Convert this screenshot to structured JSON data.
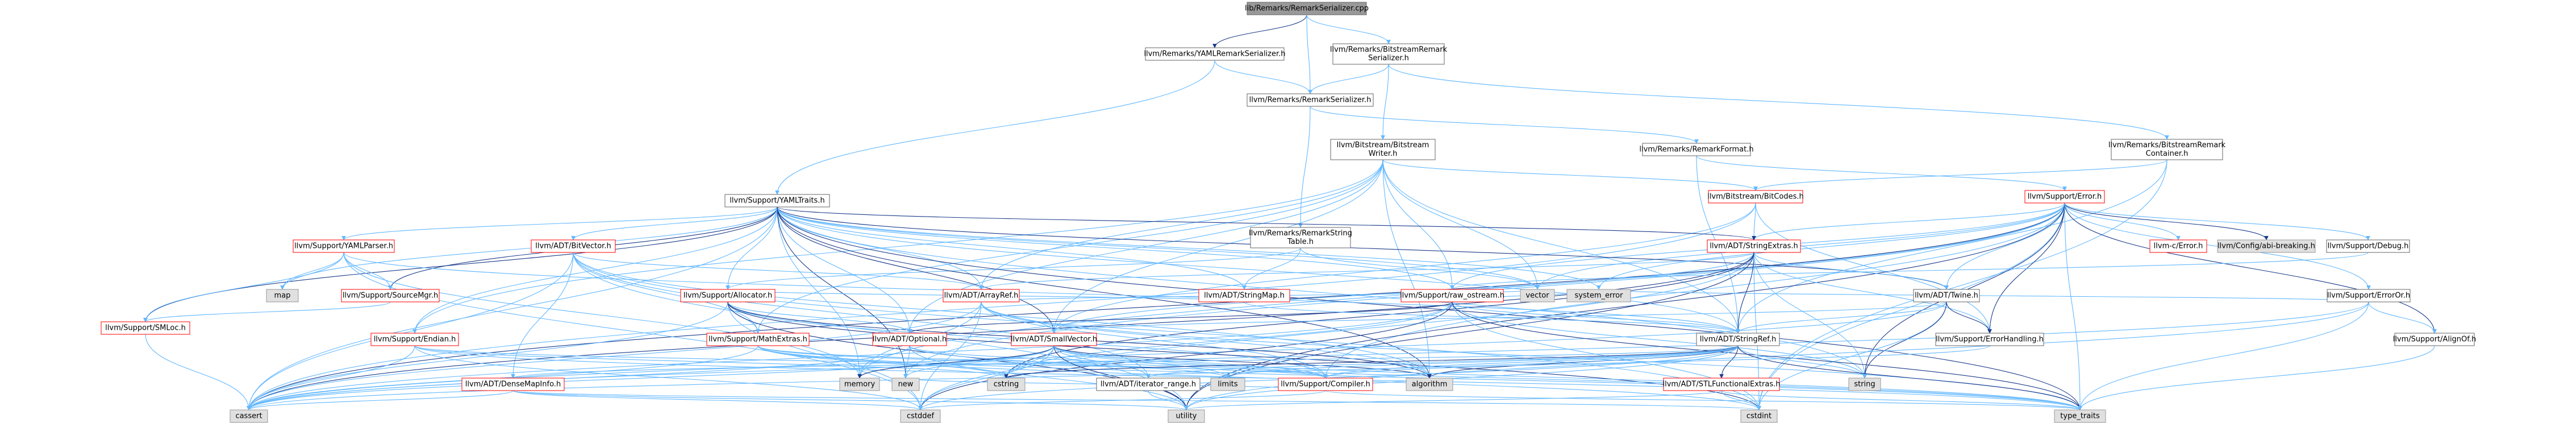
{
  "colors": {
    "root_fill": "#999999",
    "normal_fill": "#ffffff",
    "normal_stroke": "#666666",
    "truncated_stroke": "#ff0000",
    "system_fill": "#e0e0e0",
    "system_stroke": "#999999",
    "edge_blue": "#63b8ff",
    "edge_navy": "#1a3a8a",
    "text": "#000000"
  },
  "nodes": [
    {
      "id": "root",
      "kind": "root",
      "lines": [
        "lib/Remarks/RemarkSerializer.cpp"
      ]
    },
    {
      "id": "yaml_ser",
      "kind": "normal",
      "lines": [
        "llvm/Remarks/YAMLRemarkSerializer.h"
      ]
    },
    {
      "id": "bit_ser",
      "kind": "normal",
      "lines": [
        "llvm/Remarks/BitstreamRemark",
        "Serializer.h"
      ]
    },
    {
      "id": "remark_ser",
      "kind": "normal",
      "lines": [
        "llvm/Remarks/RemarkSerializer.h"
      ]
    },
    {
      "id": "bit_container",
      "kind": "normal",
      "lines": [
        "llvm/Remarks/BitstreamRemark",
        "Container.h"
      ]
    },
    {
      "id": "bs_writer",
      "kind": "normal",
      "lines": [
        "llvm/Bitstream/Bitstream",
        "Writer.h"
      ]
    },
    {
      "id": "remark_format",
      "kind": "normal",
      "lines": [
        "llvm/Remarks/RemarkFormat.h"
      ]
    },
    {
      "id": "yamltraits",
      "kind": "normal",
      "lines": [
        "llvm/Support/YAMLTraits.h"
      ]
    },
    {
      "id": "bitcodes",
      "kind": "truncated",
      "lines": [
        "llvm/Bitstream/BitCodes.h"
      ]
    },
    {
      "id": "error",
      "kind": "truncated",
      "lines": [
        "llvm/Support/Error.h"
      ]
    },
    {
      "id": "str_table",
      "kind": "normal",
      "lines": [
        "llvm/Remarks/RemarkString",
        "Table.h"
      ]
    },
    {
      "id": "yamlparser",
      "kind": "truncated",
      "lines": [
        "llvm/Support/YAMLParser.h"
      ]
    },
    {
      "id": "bitvector",
      "kind": "truncated",
      "lines": [
        "llvm/ADT/BitVector.h"
      ]
    },
    {
      "id": "stringextras",
      "kind": "truncated",
      "lines": [
        "llvm/ADT/StringExtras.h"
      ]
    },
    {
      "id": "llvm_c_error",
      "kind": "truncated",
      "lines": [
        "llvm-c/Error.h"
      ]
    },
    {
      "id": "config_abi",
      "kind": "system",
      "lines": [
        "llvm/Config/abi-breaking.h"
      ]
    },
    {
      "id": "support_debug",
      "kind": "normal",
      "lines": [
        "llvm/Support/Debug.h"
      ]
    },
    {
      "id": "map",
      "kind": "system",
      "lines": [
        "map"
      ]
    },
    {
      "id": "sourcemgr",
      "kind": "truncated",
      "lines": [
        "llvm/Support/SourceMgr.h"
      ]
    },
    {
      "id": "stringmap",
      "kind": "truncated",
      "lines": [
        "llvm/ADT/StringMap.h"
      ]
    },
    {
      "id": "raw_ostream",
      "kind": "truncated",
      "lines": [
        "llvm/Support/raw_ostream.h"
      ]
    },
    {
      "id": "twine",
      "kind": "normal",
      "lines": [
        "llvm/ADT/Twine.h"
      ]
    },
    {
      "id": "erroror",
      "kind": "normal",
      "lines": [
        "llvm/Support/ErrorOr.h"
      ]
    },
    {
      "id": "allocator",
      "kind": "truncated",
      "lines": [
        "llvm/Support/Allocator.h"
      ]
    },
    {
      "id": "arrayref",
      "kind": "truncated",
      "lines": [
        "llvm/ADT/ArrayRef.h"
      ]
    },
    {
      "id": "smloc",
      "kind": "truncated",
      "lines": [
        "llvm/Support/SMLoc.h"
      ]
    },
    {
      "id": "endian",
      "kind": "truncated",
      "lines": [
        "llvm/Support/Endian.h"
      ]
    },
    {
      "id": "mathextras",
      "kind": "truncated",
      "lines": [
        "llvm/Support/MathExtras.h"
      ]
    },
    {
      "id": "optional",
      "kind": "truncated",
      "lines": [
        "llvm/ADT/Optional.h"
      ]
    },
    {
      "id": "smallvector",
      "kind": "truncated",
      "lines": [
        "llvm/ADT/SmallVector.h"
      ]
    },
    {
      "id": "vector",
      "kind": "system",
      "lines": [
        "vector"
      ]
    },
    {
      "id": "system_error",
      "kind": "system",
      "lines": [
        "system_error"
      ]
    },
    {
      "id": "stringref",
      "kind": "normal",
      "lines": [
        "llvm/ADT/StringRef.h"
      ]
    },
    {
      "id": "errorhandling",
      "kind": "normal",
      "lines": [
        "llvm/Support/ErrorHandling.h"
      ]
    },
    {
      "id": "alignof",
      "kind": "normal",
      "lines": [
        "llvm/Support/AlignOf.h"
      ]
    },
    {
      "id": "densemapinfo",
      "kind": "truncated",
      "lines": [
        "llvm/ADT/DenseMapInfo.h"
      ]
    },
    {
      "id": "memory",
      "kind": "system",
      "lines": [
        "memory"
      ]
    },
    {
      "id": "new",
      "kind": "system",
      "lines": [
        "new"
      ]
    },
    {
      "id": "cstring",
      "kind": "system",
      "lines": [
        "cstring"
      ]
    },
    {
      "id": "iterator_range",
      "kind": "normal",
      "lines": [
        "llvm/ADT/iterator_range.h"
      ]
    },
    {
      "id": "limits",
      "kind": "system",
      "lines": [
        "limits"
      ]
    },
    {
      "id": "compiler",
      "kind": "truncated",
      "lines": [
        "llvm/Support/Compiler.h"
      ]
    },
    {
      "id": "algorithm",
      "kind": "system",
      "lines": [
        "algorithm"
      ]
    },
    {
      "id": "stlfunctional",
      "kind": "truncated",
      "lines": [
        "llvm/ADT/STLFunctionalExtras.h"
      ]
    },
    {
      "id": "string",
      "kind": "system",
      "lines": [
        "string"
      ]
    },
    {
      "id": "cassert",
      "kind": "system",
      "lines": [
        "cassert"
      ]
    },
    {
      "id": "cstddef",
      "kind": "system",
      "lines": [
        "cstddef"
      ]
    },
    {
      "id": "utility",
      "kind": "system",
      "lines": [
        "utility"
      ]
    },
    {
      "id": "cstdint",
      "kind": "system",
      "lines": [
        "cstdint"
      ]
    },
    {
      "id": "type_traits",
      "kind": "system",
      "lines": [
        "type_traits"
      ]
    }
  ],
  "edges": [
    [
      "root",
      "yaml_ser"
    ],
    [
      "root",
      "bit_ser"
    ],
    [
      "root",
      "remark_ser"
    ],
    [
      "yaml_ser",
      "remark_ser"
    ],
    [
      "yaml_ser",
      "yamltraits"
    ],
    [
      "bit_ser",
      "remark_ser"
    ],
    [
      "bit_ser",
      "bs_writer"
    ],
    [
      "bit_ser",
      "bit_container"
    ],
    [
      "remark_ser",
      "remark_format"
    ],
    [
      "remark_ser",
      "str_table"
    ],
    [
      "bit_container",
      "bitcodes"
    ],
    [
      "bit_container",
      "stringref"
    ],
    [
      "bit_container",
      "cstdint"
    ],
    [
      "remark_format",
      "error"
    ],
    [
      "remark_format",
      "stringref"
    ],
    [
      "bs_writer",
      "bitcodes"
    ],
    [
      "bs_writer",
      "arrayref"
    ],
    [
      "bs_writer",
      "optional"
    ],
    [
      "bs_writer",
      "smallvector"
    ],
    [
      "bs_writer",
      "stringref"
    ],
    [
      "bs_writer",
      "endian"
    ],
    [
      "bs_writer",
      "mathextras"
    ],
    [
      "bs_writer",
      "raw_ostream"
    ],
    [
      "bs_writer",
      "algorithm"
    ],
    [
      "bs_writer",
      "vector"
    ],
    [
      "bitcodes",
      "smallvector"
    ],
    [
      "bitcodes",
      "stringextras"
    ],
    [
      "bitcodes",
      "errorhandling"
    ],
    [
      "bitcodes",
      "cassert"
    ],
    [
      "error",
      "llvm_c_error"
    ],
    [
      "error",
      "config_abi"
    ],
    [
      "error",
      "stringextras"
    ],
    [
      "error",
      "twine"
    ],
    [
      "error",
      "alignof"
    ],
    [
      "error",
      "compiler"
    ],
    [
      "error",
      "support_debug"
    ],
    [
      "error",
      "errorhandling"
    ],
    [
      "error",
      "erroror"
    ],
    [
      "error",
      "raw_ostream"
    ],
    [
      "error",
      "cassert"
    ],
    [
      "error",
      "cstdint"
    ],
    [
      "error",
      "cstdlib"
    ],
    [
      "error",
      "functional"
    ],
    [
      "error",
      "memory"
    ],
    [
      "error",
      "new"
    ],
    [
      "error",
      "string"
    ],
    [
      "error",
      "system_error"
    ],
    [
      "error",
      "type_traits"
    ],
    [
      "error",
      "utility"
    ],
    [
      "error",
      "vector"
    ],
    [
      "str_table",
      "stringmap"
    ],
    [
      "str_table",
      "allocator"
    ],
    [
      "str_table",
      "vector"
    ],
    [
      "yamltraits",
      "bitvector"
    ],
    [
      "yamltraits",
      "stringextras"
    ],
    [
      "yamltraits",
      "stringmap"
    ],
    [
      "yamltraits",
      "stringref"
    ],
    [
      "yamltraits",
      "twine"
    ],
    [
      "yamltraits",
      "allocator"
    ],
    [
      "yamltraits",
      "endian"
    ],
    [
      "yamltraits",
      "sourcemgr"
    ],
    [
      "yamltraits",
      "yamlparser"
    ],
    [
      "yamltraits",
      "raw_ostream"
    ],
    [
      "yamltraits",
      "smloc"
    ],
    [
      "yamltraits",
      "arrayref"
    ],
    [
      "yamltraits",
      "optional"
    ],
    [
      "yamltraits",
      "smallvector"
    ],
    [
      "yamltraits",
      "map"
    ],
    [
      "yamltraits",
      "memory"
    ],
    [
      "yamltraits",
      "new"
    ],
    [
      "yamltraits",
      "string"
    ],
    [
      "yamltraits",
      "system_error"
    ],
    [
      "yamltraits",
      "type_traits"
    ],
    [
      "yamltraits",
      "vector"
    ],
    [
      "yamltraits",
      "cassert"
    ],
    [
      "yamltraits",
      "algorithm"
    ],
    [
      "yamlparser",
      "smloc"
    ],
    [
      "yamlparser",
      "sourcemgr"
    ],
    [
      "yamlparser",
      "stringref"
    ],
    [
      "yamlparser",
      "map"
    ],
    [
      "yamlparser",
      "memory"
    ],
    [
      "yamlparser",
      "cstddef"
    ],
    [
      "yamlparser",
      "iterator"
    ],
    [
      "sourcemgr",
      "smloc"
    ],
    [
      "bitvector",
      "arrayref"
    ],
    [
      "bitvector",
      "densemapinfo"
    ],
    [
      "bitvector",
      "iterator_range"
    ],
    [
      "bitvector",
      "mathextras"
    ],
    [
      "bitvector",
      "algorithm"
    ],
    [
      "bitvector",
      "cassert"
    ],
    [
      "bitvector",
      "climits"
    ],
    [
      "bitvector",
      "cstdint"
    ],
    [
      "bitvector",
      "cstdlib"
    ],
    [
      "bitvector",
      "utility"
    ],
    [
      "stringextras",
      "arrayref"
    ],
    [
      "stringextras",
      "smallvector"
    ],
    [
      "stringextras",
      "stringref"
    ],
    [
      "stringextras",
      "twine"
    ],
    [
      "stringextras",
      "errorhandling"
    ],
    [
      "stringextras",
      "cassert"
    ],
    [
      "stringextras",
      "cstddef"
    ],
    [
      "stringextras",
      "cstdint"
    ],
    [
      "stringextras",
      "cstring"
    ],
    [
      "stringextras",
      "iterator"
    ],
    [
      "stringextras",
      "string"
    ],
    [
      "stringextras",
      "utility"
    ],
    [
      "twine",
      "smallvector"
    ],
    [
      "twine",
      "stringref"
    ],
    [
      "twine",
      "errorhandling"
    ],
    [
      "twine",
      "cassert"
    ],
    [
      "twine",
      "cstdint"
    ],
    [
      "twine",
      "string"
    ],
    [
      "twine",
      "string_view"
    ],
    [
      "erroror",
      "alignof"
    ],
    [
      "erroror",
      "cassert"
    ],
    [
      "erroror",
      "system_error"
    ],
    [
      "erroror",
      "type_traits"
    ],
    [
      "erroror",
      "utility"
    ],
    [
      "raw_ostream",
      "stringref"
    ],
    [
      "raw_ostream",
      "cassert"
    ],
    [
      "raw_ostream",
      "cstddef"
    ],
    [
      "raw_ostream",
      "cstdint"
    ],
    [
      "raw_ostream",
      "cstring"
    ],
    [
      "raw_ostream",
      "optional"
    ],
    [
      "raw_ostream",
      "string"
    ],
    [
      "raw_ostream",
      "system_error"
    ],
    [
      "raw_ostream",
      "type_traits"
    ],
    [
      "allocator",
      "compiler"
    ],
    [
      "allocator",
      "mathextras"
    ],
    [
      "allocator",
      "algorithm"
    ],
    [
      "allocator",
      "cassert"
    ],
    [
      "allocator",
      "cstddef"
    ],
    [
      "allocator",
      "cstdint"
    ],
    [
      "allocator",
      "iterator"
    ],
    [
      "allocator",
      "optional"
    ],
    [
      "allocator",
      "utility"
    ],
    [
      "arrayref",
      "smallvector"
    ],
    [
      "arrayref",
      "stlextras"
    ],
    [
      "arrayref",
      "compiler"
    ],
    [
      "arrayref",
      "algorithm"
    ],
    [
      "arrayref",
      "array"
    ],
    [
      "arrayref",
      "cassert"
    ],
    [
      "arrayref",
      "cstddef"
    ],
    [
      "arrayref",
      "initializer_list"
    ],
    [
      "arrayref",
      "iterator"
    ],
    [
      "arrayref",
      "memory"
    ],
    [
      "arrayref",
      "type_traits"
    ],
    [
      "arrayref",
      "vector"
    ],
    [
      "endian",
      "compiler"
    ],
    [
      "endian",
      "swapbyteorder"
    ],
    [
      "endian",
      "cassert"
    ],
    [
      "endian",
      "cstddef"
    ],
    [
      "endian",
      "cstring"
    ],
    [
      "endian",
      "type_traits"
    ],
    [
      "mathextras",
      "compiler"
    ],
    [
      "mathextras",
      "cassert"
    ],
    [
      "mathextras",
      "climits"
    ],
    [
      "mathextras",
      "cstdint"
    ],
    [
      "mathextras",
      "cstring"
    ],
    [
      "mathextras",
      "limits"
    ],
    [
      "mathextras",
      "type_traits"
    ],
    [
      "optional",
      "stlforwardcompat"
    ],
    [
      "optional",
      "compiler"
    ],
    [
      "optional",
      "type_traits"
    ],
    [
      "optional",
      "cassert"
    ],
    [
      "optional",
      "new"
    ],
    [
      "optional",
      "utility"
    ],
    [
      "smallvector",
      "compiler"
    ],
    [
      "smallvector",
      "algorithm"
    ],
    [
      "smallvector",
      "cassert"
    ],
    [
      "smallvector",
      "cstddef"
    ],
    [
      "smallvector",
      "cstdlib"
    ],
    [
      "smallvector",
      "cstring"
    ],
    [
      "smallvector",
      "functional"
    ],
    [
      "smallvector",
      "initializer_list"
    ],
    [
      "smallvector",
      "iterator"
    ],
    [
      "smallvector",
      "limits"
    ],
    [
      "smallvector",
      "memory"
    ],
    [
      "smallvector",
      "new"
    ],
    [
      "smallvector",
      "type_traits"
    ],
    [
      "smallvector",
      "utility"
    ],
    [
      "smallvector",
      "iterator_range"
    ],
    [
      "stringref",
      "densemapinfo"
    ],
    [
      "stringref",
      "stlfunctional"
    ],
    [
      "stringref",
      "iterator_range"
    ],
    [
      "stringref",
      "compiler"
    ],
    [
      "stringref",
      "algorithm"
    ],
    [
      "stringref",
      "cassert"
    ],
    [
      "stringref",
      "cstddef"
    ],
    [
      "stringref",
      "cstring"
    ],
    [
      "stringref",
      "limits"
    ],
    [
      "stringref",
      "string"
    ],
    [
      "stringref",
      "type_traits"
    ],
    [
      "stringref",
      "utility"
    ],
    [
      "errorhandling",
      "compiler"
    ],
    [
      "alignof",
      "type_traits"
    ],
    [
      "densemapinfo",
      "cassert"
    ],
    [
      "densemapinfo",
      "cstddef"
    ],
    [
      "densemapinfo",
      "cstdint"
    ],
    [
      "densemapinfo",
      "utility"
    ],
    [
      "iterator_range",
      "utility"
    ],
    [
      "stlfunctional",
      "cstdint"
    ],
    [
      "stlfunctional",
      "type_traits"
    ],
    [
      "stlfunctional",
      "utility"
    ],
    [
      "smloc",
      "cassert"
    ],
    [
      "stringmap",
      "stringref"
    ],
    [
      "stringmap",
      "allocator"
    ],
    [
      "compiler",
      "new"
    ],
    [
      "compiler",
      "cstddef"
    ],
    [
      "compiler",
      "type_traits"
    ],
    [
      "support_debug",
      "raw_ostream"
    ]
  ]
}
